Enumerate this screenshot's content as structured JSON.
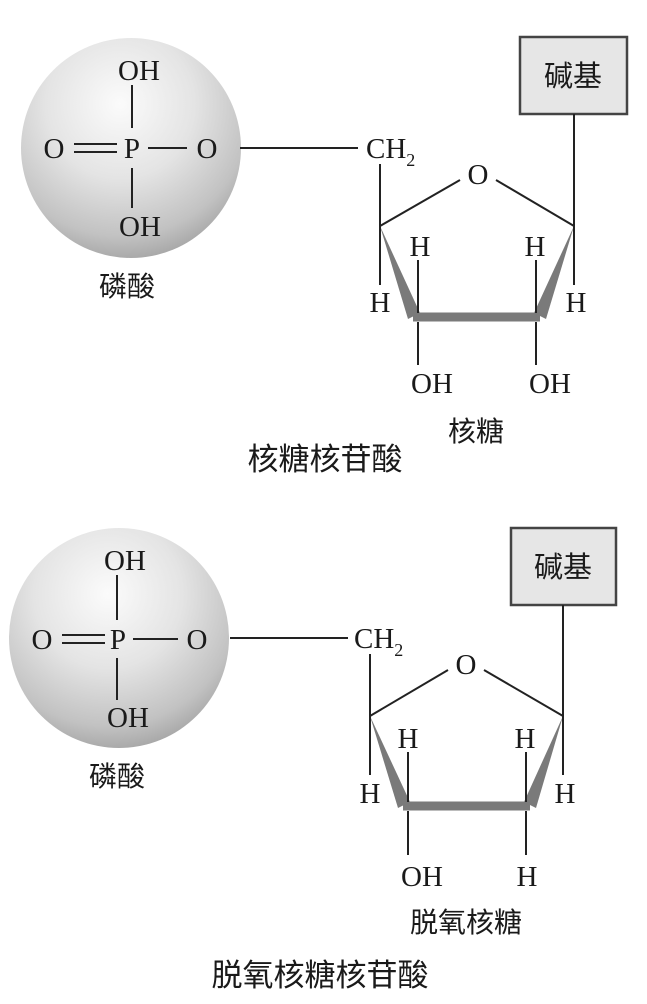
{
  "top": {
    "phosphate": {
      "oh_top": "OH",
      "o_left": "O",
      "p": "P",
      "o_right": "O",
      "oh_bottom": "OH",
      "caption": "磷酸"
    },
    "sugar": {
      "ch2_main": "CH",
      "ch2_sub": "2",
      "ring_o": "O",
      "h_upper_left": "H",
      "h_upper_right": "H",
      "h_lower_left": "H",
      "h_lower_right": "H",
      "oh_left": "OH",
      "oh_right": "OH",
      "caption": "核糖"
    },
    "base": "碱基",
    "title": "核糖核苷酸"
  },
  "bottom": {
    "phosphate": {
      "oh_top": "OH",
      "o_left": "O",
      "p": "P",
      "o_right": "O",
      "oh_bottom": "OH",
      "caption": "磷酸"
    },
    "sugar": {
      "ch2_main": "CH",
      "ch2_sub": "2",
      "ring_o": "O",
      "h_upper_left": "H",
      "h_upper_right": "H",
      "h_lower_left": "H",
      "h_lower_right": "H",
      "oh_left": "OH",
      "h_right_bottom": "H",
      "caption": "脱氧核糖"
    },
    "base": "碱基",
    "title": "脱氧核糖核苷酸"
  },
  "colors": {
    "sphere_light": "#f7f7f7",
    "sphere_dark": "#9a9a9a",
    "bold_bond": "#7a7a7a",
    "base_box": "#e6e6e6"
  }
}
